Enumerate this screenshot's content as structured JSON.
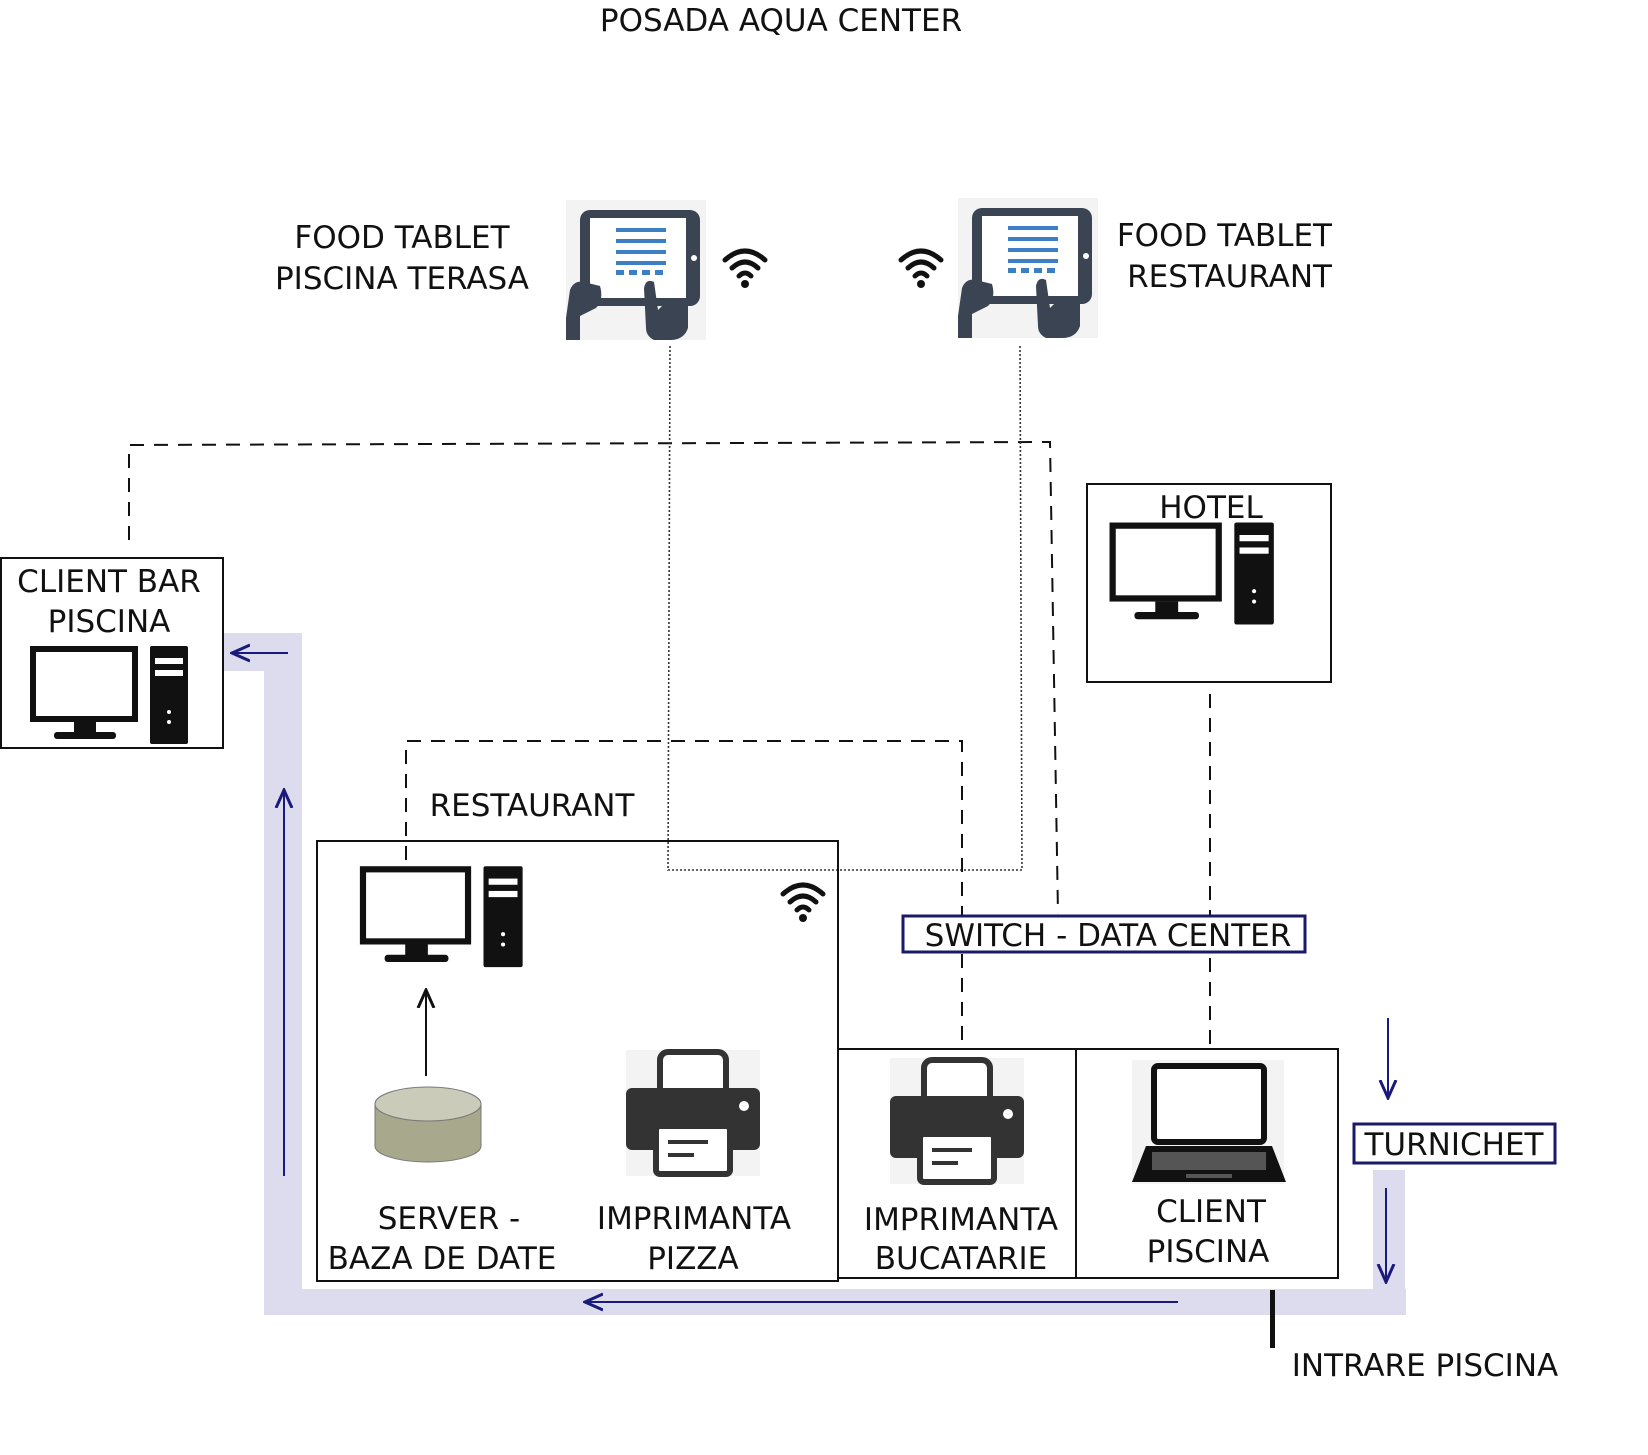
{
  "title": "POSADA AQUA CENTER",
  "nodes": {
    "food_tablet_piscina": {
      "line1": "FOOD TABLET",
      "line2": "PISCINA TERASA",
      "icon": "tablet-touch-icon"
    },
    "food_tablet_restaurant": {
      "line1": "FOOD TABLET",
      "line2": "RESTAURANT",
      "icon": "tablet-touch-icon"
    },
    "client_bar_piscina": {
      "line1": "CLIENT BAR",
      "line2": "PISCINA",
      "icon": "desktop-computer-icon"
    },
    "hotel": {
      "label": "HOTEL",
      "icon": "desktop-computer-icon"
    },
    "restaurant": {
      "label": "RESTAURANT",
      "icon": "desktop-computer-icon"
    },
    "server": {
      "line1": "SERVER -",
      "line2": "BAZA DE DATE",
      "icon": "database-icon"
    },
    "imprimanta_pizza": {
      "line1": "IMPRIMANTA",
      "line2": "PIZZA",
      "icon": "printer-icon"
    },
    "imprimanta_bucatarie": {
      "line1": "IMPRIMANTA",
      "line2": "BUCATARIE",
      "icon": "printer-icon"
    },
    "client_piscina": {
      "line1": "CLIENT",
      "line2": "PISCINA",
      "icon": "laptop-icon"
    },
    "switch": {
      "label": "SWITCH - DATA CENTER"
    },
    "turnichet": {
      "label": "TURNICHET"
    },
    "intrare": {
      "label": "INTRARE PISCINA"
    }
  },
  "colors": {
    "flow_band": "#dcdcee",
    "flow_arrow": "#1a1a7a",
    "box_border_dark": "#1a1a6a",
    "icon_dark": "#1a1a1a",
    "tablet_dark": "#3a4452",
    "tablet_accent": "#3c7fc4",
    "db_top": "#cbcbb9",
    "db_side": "#a8a88c"
  }
}
